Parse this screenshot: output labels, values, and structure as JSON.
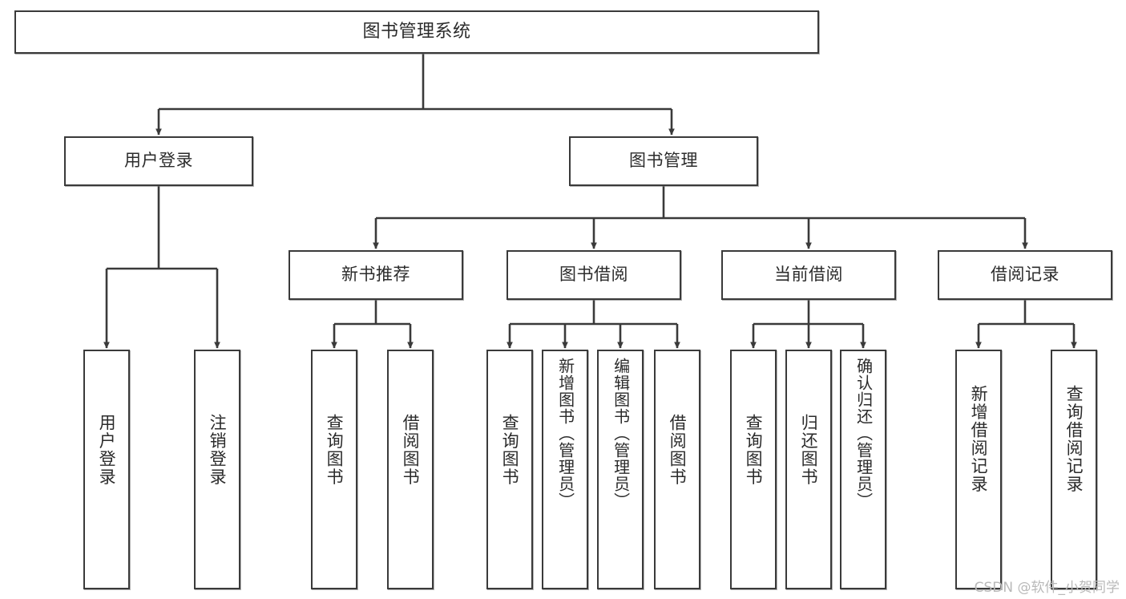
{
  "diagram": {
    "title": "图书管理系统",
    "type": "tree-hierarchy-chart",
    "stroke_color": "#3a3a3a",
    "text_color": "#2b2b2b",
    "background_color": "#ffffff",
    "watermark": "CSDN @软件_小贺同学",
    "levels": {
      "root": {
        "label": "图书管理系统"
      },
      "level1": [
        {
          "id": "user-login",
          "label": "用户登录"
        },
        {
          "id": "book-management",
          "label": "图书管理"
        }
      ],
      "level2": [
        {
          "id": "new-book-recommend",
          "label": "新书推荐"
        },
        {
          "id": "book-borrow",
          "label": "图书借阅"
        },
        {
          "id": "current-borrow",
          "label": "当前借阅"
        },
        {
          "id": "borrow-record",
          "label": "借阅记录"
        }
      ],
      "leaves": {
        "user_login": [
          {
            "id": "leaf-user-login",
            "label": "用户登录"
          },
          {
            "id": "leaf-logout-login",
            "label": "注销登录"
          }
        ],
        "new_book_recommend": [
          {
            "id": "leaf-query-book-1",
            "label": "查询图书"
          },
          {
            "id": "leaf-borrow-book-1",
            "label": "借阅图书"
          }
        ],
        "book_borrow": [
          {
            "id": "leaf-query-book-2",
            "label": "查询图书"
          },
          {
            "id": "leaf-add-book-admin",
            "label": "新增图书（管理员）"
          },
          {
            "id": "leaf-edit-book-admin",
            "label": "编辑图书（管理员）"
          },
          {
            "id": "leaf-borrow-book-2",
            "label": "借阅图书"
          }
        ],
        "current_borrow": [
          {
            "id": "leaf-query-book-3",
            "label": "查询图书"
          },
          {
            "id": "leaf-return-book",
            "label": "归还图书"
          },
          {
            "id": "leaf-confirm-return-admin",
            "label": "确认归还（管理员）"
          }
        ],
        "borrow_record": [
          {
            "id": "leaf-add-borrow-record",
            "label": "新增借阅记录"
          },
          {
            "id": "leaf-query-borrow-record",
            "label": "查询借阅记录"
          }
        ]
      }
    }
  }
}
